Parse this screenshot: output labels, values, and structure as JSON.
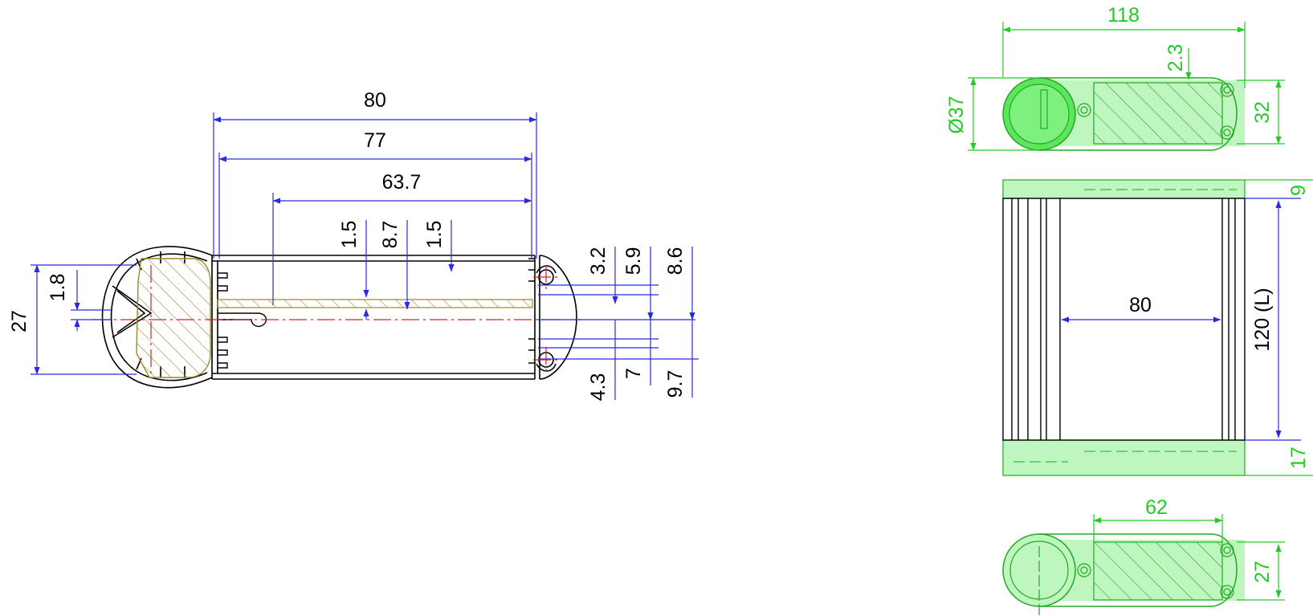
{
  "section_view": {
    "dims": {
      "w80": "80",
      "w77": "77",
      "w63_7": "63.7",
      "t1_5a": "1.5",
      "t8_7": "8.7",
      "t1_5b": "1.5",
      "r3_2": "3.2",
      "r5_9": "5.9",
      "r8_6": "8.6",
      "r4_3": "4.3",
      "r7": "7",
      "r9_7": "9.7",
      "h27": "27",
      "h1_8": "1.8"
    }
  },
  "top_view": {
    "dims": {
      "w118": "118",
      "t2_3": "2.3",
      "dia37": "Ø37",
      "h32": "32"
    }
  },
  "side_view": {
    "dims": {
      "w80": "80",
      "len": "120 (L)",
      "top9": "9",
      "bot17": "17"
    }
  },
  "bottom_view": {
    "dims": {
      "w62": "62",
      "h27": "27"
    }
  },
  "colors": {
    "dimension_lines": "#2a2ae6",
    "profile_outline": "#000000",
    "hatch": "#9a8a2a",
    "centerline": "#e02020",
    "green_view": "#22dd22",
    "green_fill": "#bff5bf"
  }
}
